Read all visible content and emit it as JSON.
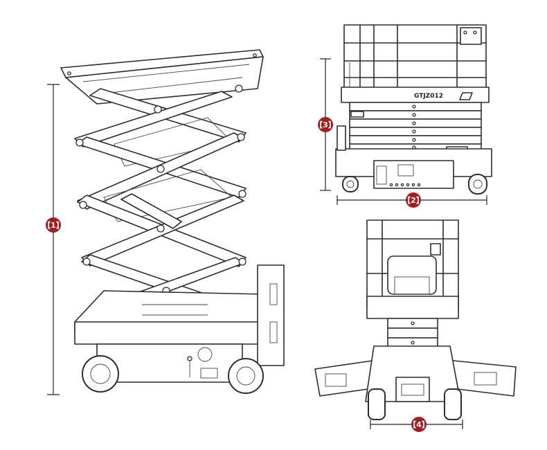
{
  "badge_color": "#a61c1c",
  "dimension_labels": {
    "d1": "【1】",
    "d2": "【2】",
    "d3": "【3】",
    "d4": "【4】"
  },
  "model_label": "GTJZ012",
  "panel_label": "GTJZ012"
}
